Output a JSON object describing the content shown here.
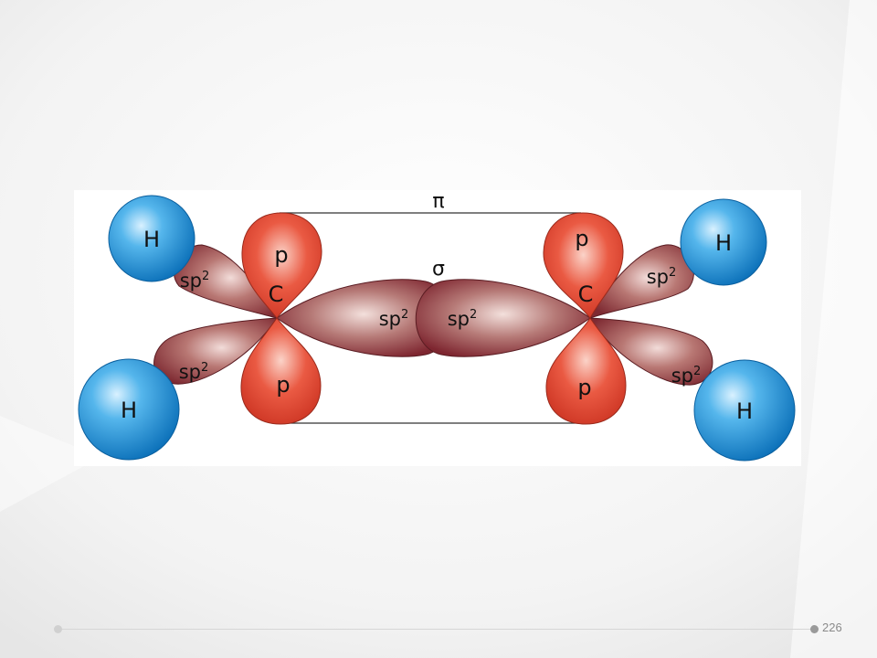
{
  "slide": {
    "page_number": "226"
  },
  "diagram": {
    "bond_labels": {
      "pi": "π",
      "sigma": "σ"
    },
    "atom_labels": {
      "hydrogen": "H",
      "carbon": "C"
    },
    "orbital_labels": {
      "p": "p",
      "sp2": "sp",
      "sp2_superscript": "2"
    }
  }
}
